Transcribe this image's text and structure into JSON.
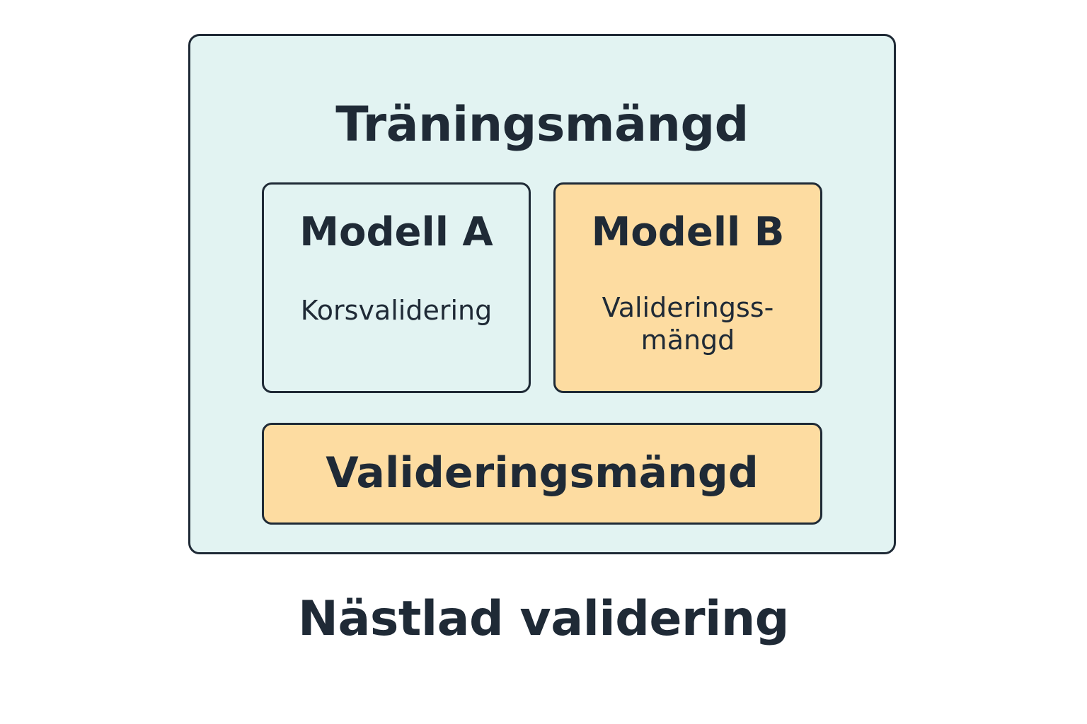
{
  "diagram": {
    "outer_label": "Träningsmängd",
    "model_a": {
      "title": "Modell A",
      "subtitle": "Korsvalidering"
    },
    "model_b": {
      "title": "Modell B",
      "subtitle_line1": "Valideringss-",
      "subtitle_line2": "mängd"
    },
    "validation_label": "Valideringsmängd",
    "caption": "Nästlad validering"
  },
  "colors": {
    "teal_fill": "#e2f3f2",
    "orange_fill": "#fddca1",
    "stroke": "#1f2a36",
    "text": "#1f2a36"
  }
}
